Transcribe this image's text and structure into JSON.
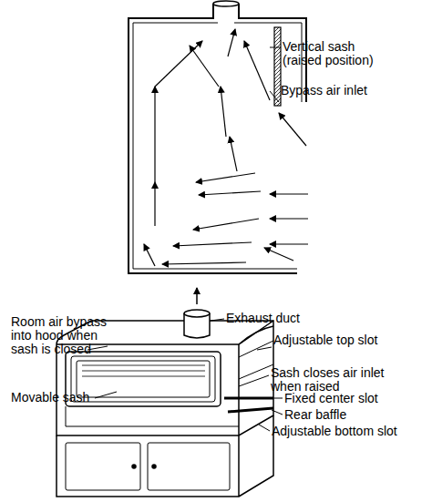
{
  "diagram": {
    "labels": [
      "Vertical sash (raised position)",
      "Bypass air inlet",
      "Exhaust duct",
      "Room air bypass into hood when sash is closed",
      "Adjustable top slot",
      "Sash closes air inlet when raised",
      "Movable sash",
      "Fixed center slot",
      "Rear baffle",
      "Adjustable bottom slot"
    ]
  }
}
